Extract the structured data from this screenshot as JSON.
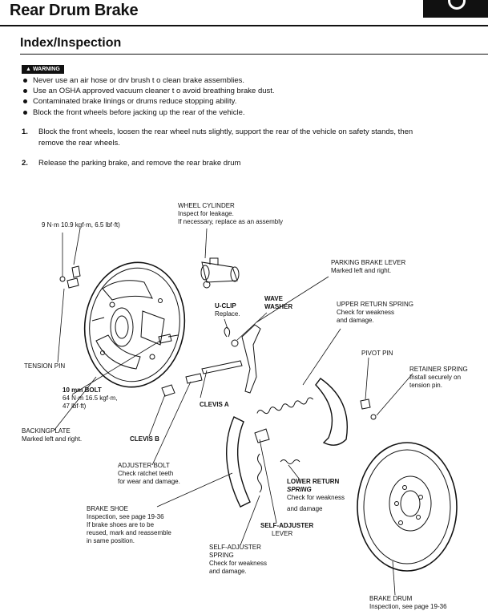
{
  "header": {
    "title": "Rear Drum Brake"
  },
  "section": {
    "title": "Index/Inspection"
  },
  "warning": {
    "badge": "WARNING",
    "items": [
      "Never use an air hose or drv brush t o clean brake assemblies.",
      "Use an OSHA approved vacuum cleaner t o avoid breathing brake dust.",
      "Contaminated brake linings or drums reduce stopping ability.",
      "Block the front wheels before jacking up the rear of the vehicle."
    ]
  },
  "steps": [
    {
      "num": "1.",
      "line1": "Block the front wheels, loosen the rear wheel nuts slightly, support the rear of the vehicle on safety stands, then",
      "line2": "remove the rear wheels."
    },
    {
      "num": "2.",
      "line1": "Release the parking brake, and remove the rear brake drum"
    }
  ],
  "labels": {
    "torque_top": "9 N·m 10.9 kgf·m, 6.5 lbf·ft)",
    "wheel_cylinder": {
      "name": "WHEEL CYLINDER",
      "l1": "Inspect for leakage.",
      "l2": "If necessary, replace as an assembly"
    },
    "parking_brake_lever": {
      "name": "PARKING BRAKE LEVER",
      "l1": "Marked left and right."
    },
    "wave_washer": {
      "l1": "WAVE",
      "l2": "WASHER"
    },
    "u_clip": {
      "name": "U-CLIP",
      "l1": "Replace."
    },
    "upper_return_spring": {
      "name": "UPPER RETURN SPRING",
      "l1": "Check for weakness",
      "l2": "and damage."
    },
    "pivot_pin": {
      "name": "PIVOT PIN"
    },
    "retainer_spring": {
      "name": "RETAINER SPRING",
      "l1": "Install securely on",
      "l2": "tension pin."
    },
    "tension_pin": {
      "name": "TENSION PIN"
    },
    "bolt": {
      "l1": "10 mm BOLT",
      "l2": "64 N·m 16.5 kgf·m,",
      "l3": "47 lbf·ft)"
    },
    "clevis_a": {
      "name": "CLEVIS A"
    },
    "backing_plate": {
      "name": "BACKINGPLATE",
      "l1": "Marked left and right."
    },
    "clevis_b": {
      "name": "CLEVIS B"
    },
    "adjuster_bolt": {
      "name": "ADJUSTER BOLT",
      "l1": "Check ratchet teeth",
      "l2": "for wear and damage."
    },
    "lower_return_spring": {
      "name": "LOWER RETURN",
      "l1": "SPRING",
      "l2": "Check for weakness",
      "l3": "and damage"
    },
    "brake_shoe": {
      "name": "BRAKE SHOE",
      "l1": "Inspection, see page 19-36",
      "l2": "If brake shoes are to be",
      "l3": "reused, mark and reassemble",
      "l4": "in same position."
    },
    "self_adjuster_lever": {
      "l1": "SELF-ADJUSTER",
      "l2": "LEVER"
    },
    "self_adjuster_spring": {
      "l1": "SELF-ADJUSTER",
      "l2": "SPRING",
      "l3": "Check for weakness",
      "l4": "and damage."
    },
    "brake_drum": {
      "name": "BRAKE DRUM",
      "l1": "Inspection, see page 19-36"
    }
  }
}
